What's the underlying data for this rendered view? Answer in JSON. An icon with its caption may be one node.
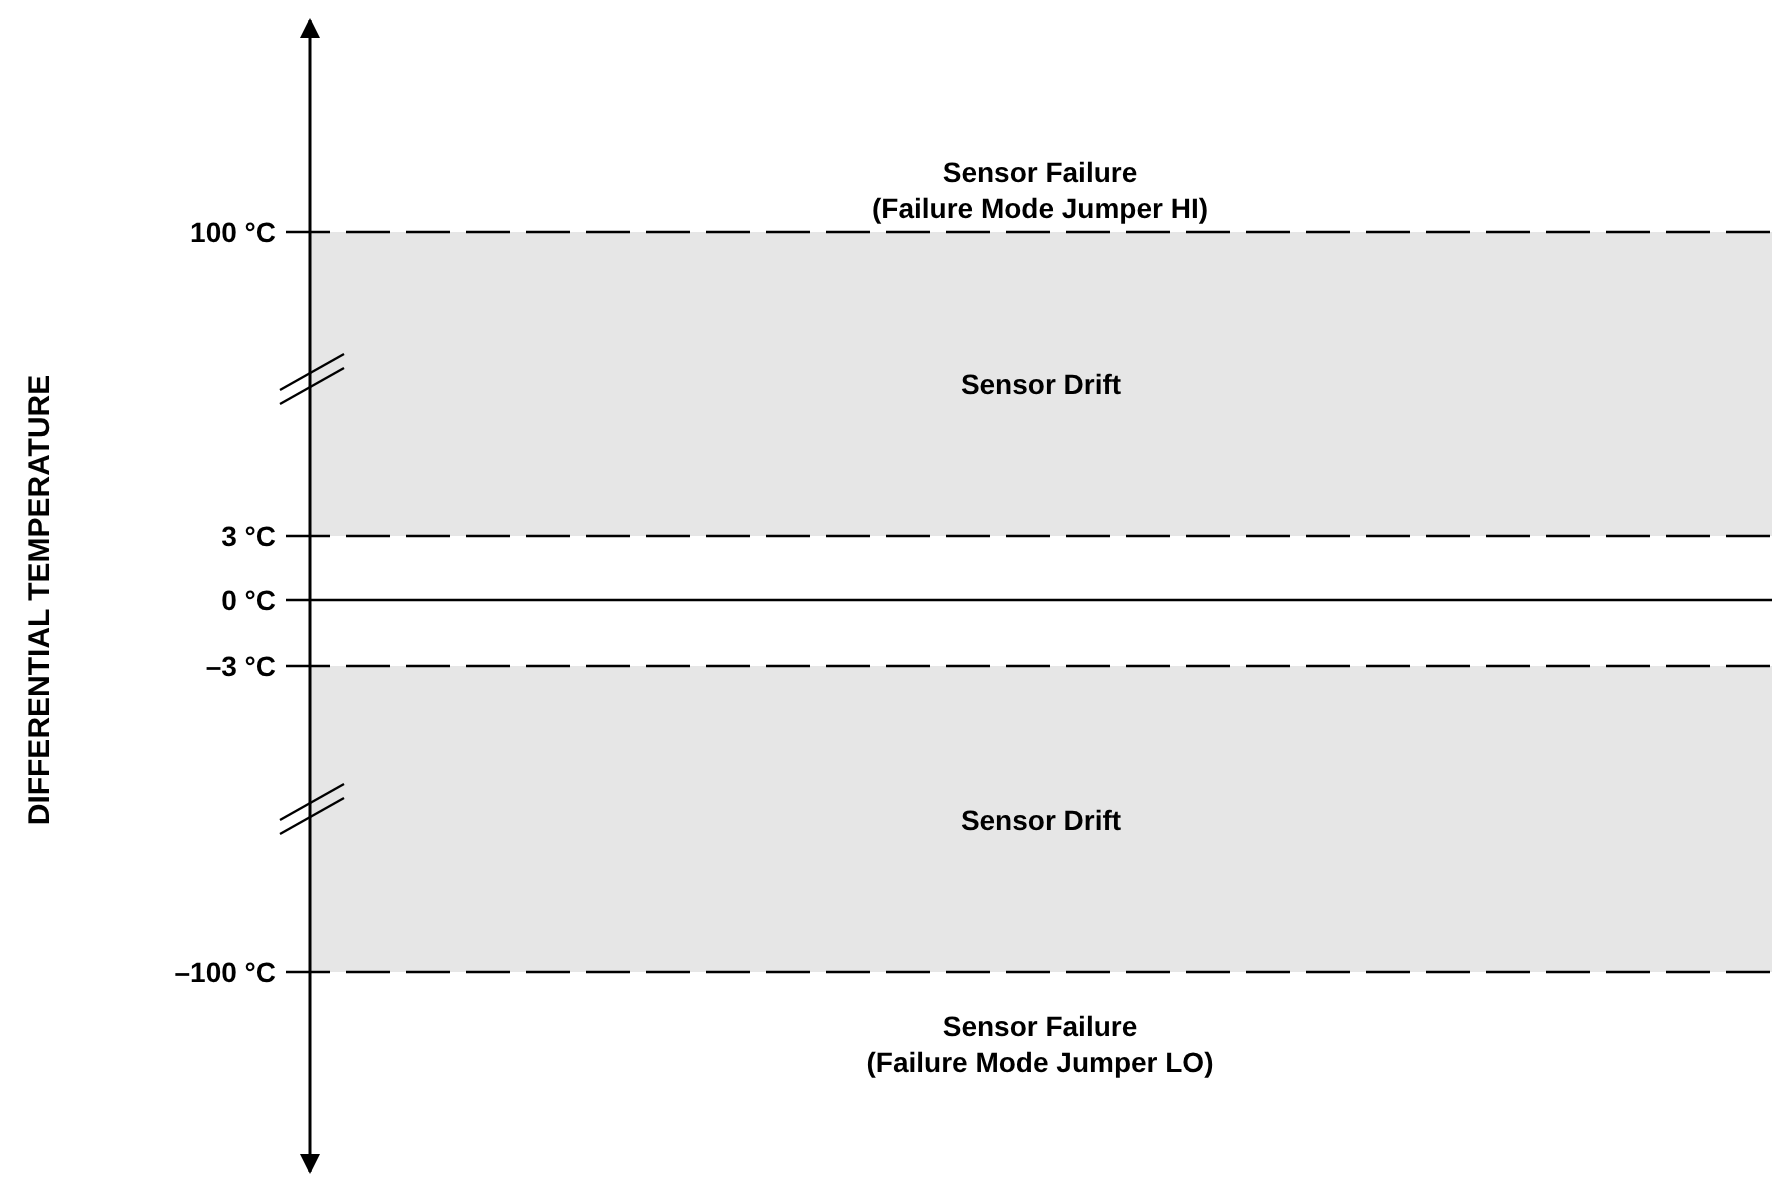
{
  "diagram": {
    "nodes": [
      {
        "text": [
          "Sensor Drift"
        ]
      },
      {
        "text": [
          "Sensor Drift"
        ]
      }
    ],
    "edges": [],
    "labels": [
      "DIFFERENTIAL TEMPERATURE",
      "Sensor Failure",
      "(Failure Mode Jumper HI)",
      "100 °C",
      "3 °C",
      "0 °C",
      "–3 °C",
      "–100 °C",
      "Sensor Failure",
      "(Failure Mode Jumper LO)"
    ]
  }
}
